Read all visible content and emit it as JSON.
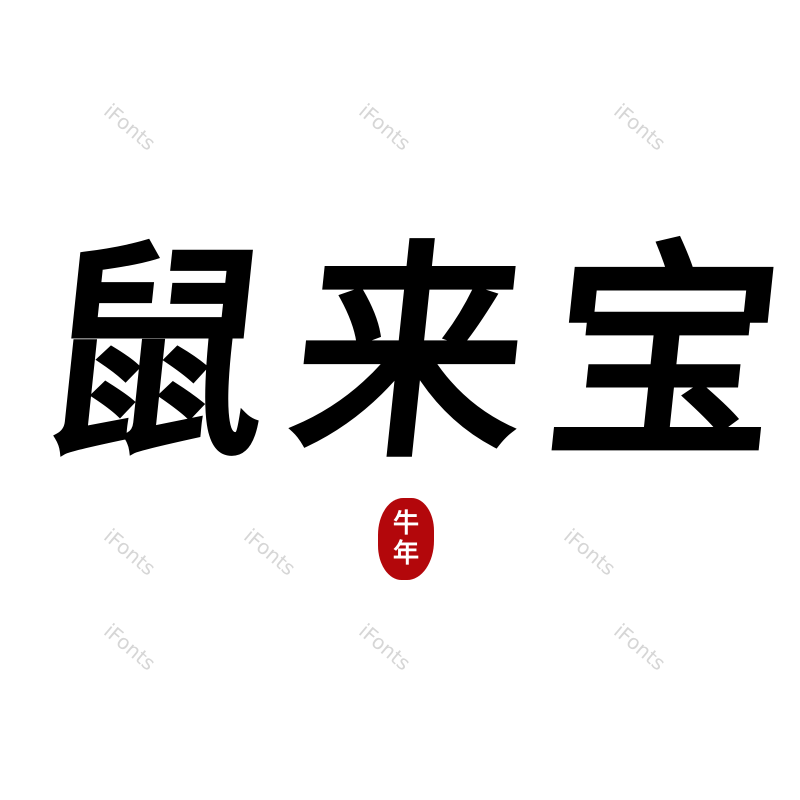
{
  "artwork": {
    "title_characters": [
      "鼠",
      "来",
      "宝"
    ],
    "seal_text": [
      "牛",
      "年"
    ],
    "seal_color": "#b3070b",
    "ink_color": "#000000"
  },
  "watermark": {
    "text": "iFonts"
  }
}
